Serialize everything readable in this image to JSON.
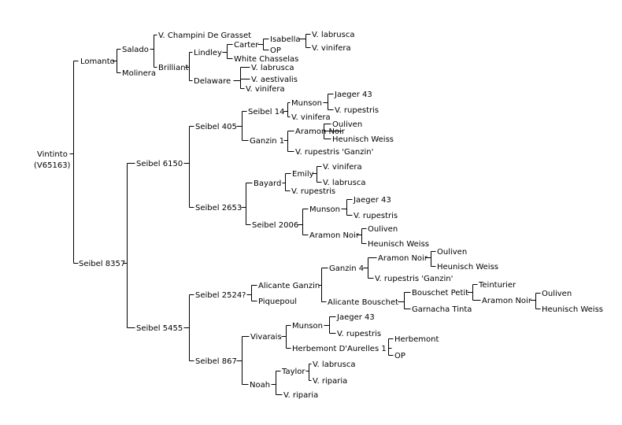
{
  "root": {
    "name": "Vintinto",
    "sub": "(V65163)"
  },
  "nodes": {
    "lomanto": "Lomanto",
    "salado": "Salado",
    "molinera": "Molinera",
    "champini": "V. Champini De Grasset",
    "brilliant": "Brilliant",
    "lindley": "Lindley",
    "carter": "Carter",
    "isabella": "Isabella",
    "labrusca1": "V. labrusca",
    "vinifera1": "V. vinifera",
    "op1": "OP",
    "whitechasselas": "White Chasselas",
    "delaware": "Delaware",
    "labrusca2": "V. labrusca",
    "aestivalis": "V. aestivalis",
    "vinifera2": "V. vinifera",
    "seibel8357": "Seibel 8357",
    "seibel6150": "Seibel 6150",
    "seibel405": "Seibel 405",
    "seibel14": "Seibel 14",
    "munson1": "Munson",
    "jaeger1": "Jaeger 43",
    "rupestris1": "V. rupestris",
    "vinifera3": "V. vinifera",
    "ganzin1": "Ganzin 1",
    "aramon1": "Aramon Noir",
    "ouliven1": "Ouliven",
    "heunisch1": "Heunisch Weiss",
    "rupganzin1": "V. rupestris 'Ganzin'",
    "seibel2653": "Seibel 2653",
    "bayard": "Bayard",
    "emily": "Emily",
    "vinifera4": "V. vinifera",
    "labrusca3": "V. labrusca",
    "rupestris2": "V. rupestris",
    "seibel2006": "Seibel 2006",
    "munson2": "Munson",
    "jaeger2": "Jaeger 43",
    "rupestris3": "V. rupestris",
    "aramon2": "Aramon Noir",
    "ouliven2": "Ouliven",
    "heunisch2": "Heunisch Weiss",
    "seibel5455": "Seibel 5455",
    "seibel2524": "Seibel 2524?",
    "alicanteganzin": "Alicante Ganzin",
    "ganzin4": "Ganzin 4",
    "aramon3": "Aramon Noir",
    "ouliven3": "Ouliven",
    "heunisch3": "Heunisch Weiss",
    "rupganzin2": "V. rupestris 'Ganzin'",
    "alicantebouschet": "Alicante Bouschet",
    "bouschetpetit": "Bouschet Petit",
    "teinturier": "Teinturier",
    "aramon4": "Aramon Noir",
    "ouliven4": "Ouliven",
    "heunisch4": "Heunisch Weiss",
    "garnacha": "Garnacha Tinta",
    "piquepoul": "Piquepoul",
    "seibel867": "Seibel 867",
    "vivarais": "Vivarais",
    "munson3": "Munson",
    "jaeger3": "Jaeger 43",
    "rupestris4": "V. rupestris",
    "herbemontda": "Herbemont D'Aurelles 1",
    "herbemont": "Herbemont",
    "op2": "OP",
    "noah": "Noah",
    "taylor": "Taylor",
    "labrusca4": "V. labrusca",
    "riparia1": "V. riparia",
    "riparia2": "V. riparia"
  }
}
